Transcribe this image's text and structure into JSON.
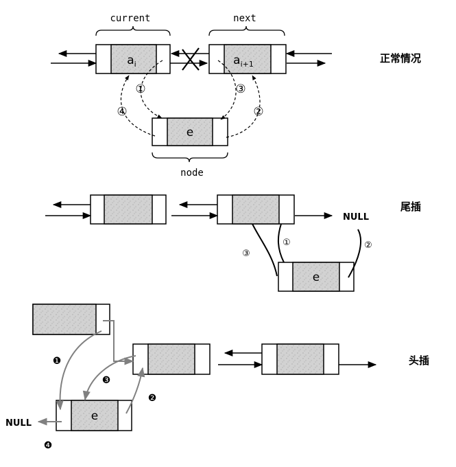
{
  "section_normal": {
    "title": "正常情况",
    "label_current": "current",
    "label_next": "next",
    "label_node": "node",
    "node_current": "a",
    "node_current_sub": "i",
    "node_next": "a",
    "node_next_sub": "i+1",
    "node_new": "e",
    "steps": [
      "①",
      "②",
      "③",
      "④"
    ]
  },
  "section_tail": {
    "title": "尾插",
    "null_label": "NULL",
    "node_new": "e",
    "steps": [
      "①",
      "②",
      "③"
    ]
  },
  "section_head": {
    "title": "头插",
    "null_label": "NULL",
    "node_new": "e",
    "steps": [
      "❶",
      "❷",
      "❸",
      "❹"
    ]
  },
  "colors": {
    "stroke": "#000000",
    "gray_arrow": "#808080",
    "cell_fill": "#d2d2d2"
  }
}
